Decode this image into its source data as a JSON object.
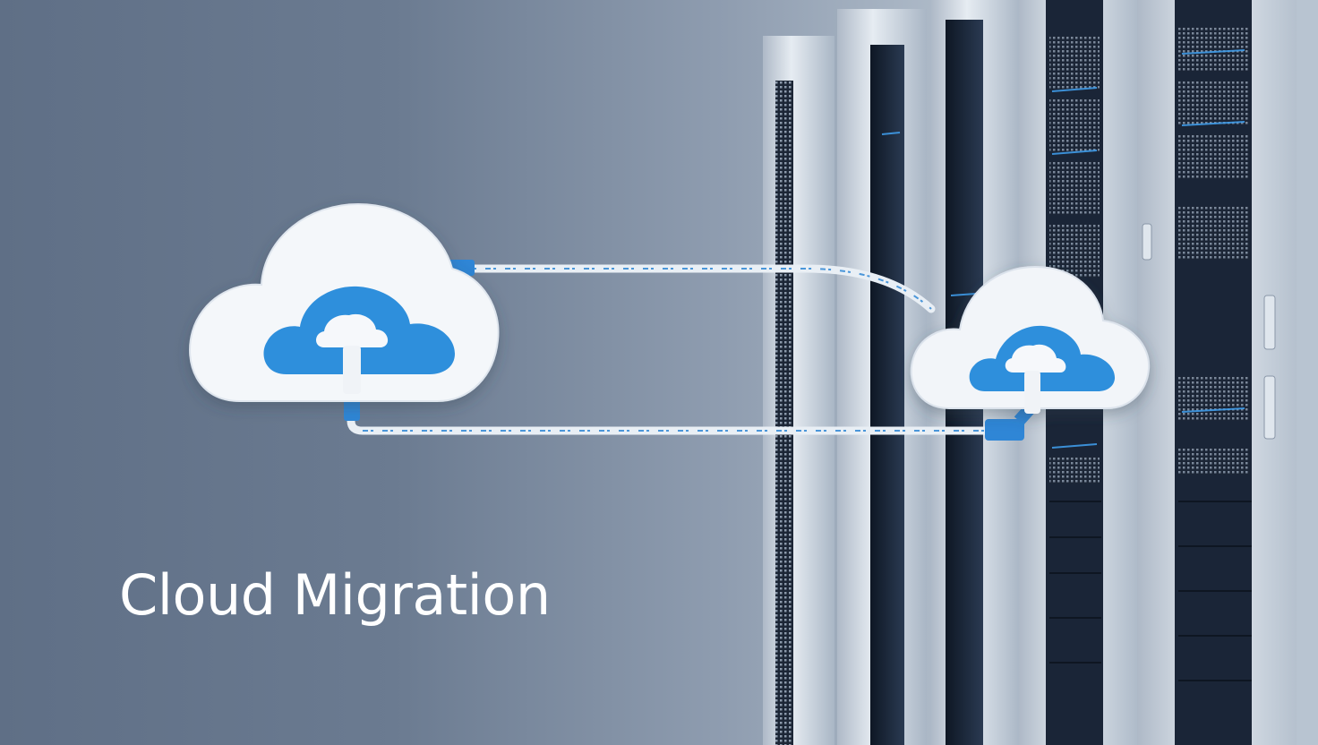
{
  "scene": {
    "title": "Cloud Migration",
    "description": "Illustration of two cloud icons connected by network cables in front of server racks",
    "colors": {
      "background_left": "#5f6f86",
      "background_right": "#c9d2dc",
      "cloud_outer": "#f4f7fa",
      "cloud_inner_blue": "#2e8fdc",
      "cable": "#e8eef4",
      "cable_connector": "#2f86d6",
      "rack_frame": "#c4cfdb",
      "rack_interior": "#1e2c40"
    },
    "elements": {
      "left_cloud_label": "cloud-icon-large",
      "right_cloud_label": "cloud-icon-small",
      "server_racks_count": 5,
      "cable_count": 2
    }
  }
}
